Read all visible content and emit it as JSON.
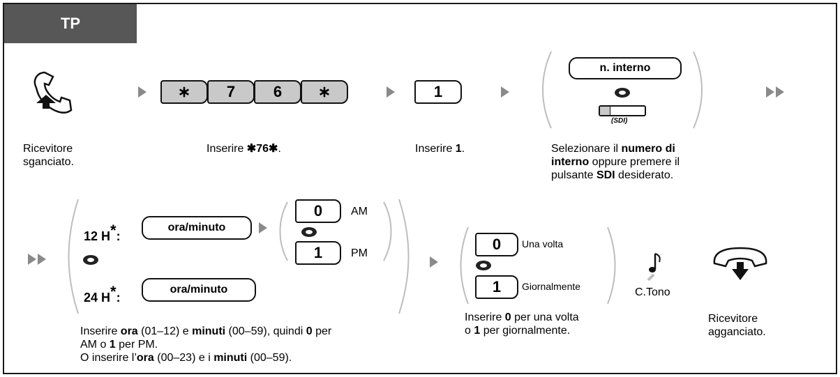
{
  "header": {
    "tab_label": "TP"
  },
  "row1": {
    "step_offhook": {
      "caption": "Ricevitore sganciato."
    },
    "step_code": {
      "keys": [
        "∗",
        "7",
        "6",
        "∗"
      ],
      "caption_prefix": "Inserire ",
      "caption_bold": "✱76✱",
      "caption_suffix": "."
    },
    "step_one": {
      "key": "1",
      "caption_prefix": "Inserire ",
      "caption_bold": "1",
      "caption_suffix": "."
    },
    "step_ext": {
      "key": "n. interno",
      "sdi_label": "(SDI)",
      "caption_1": "Selezionare il ",
      "caption_1_bold": "numero di",
      "caption_2_bold": "interno",
      "caption_2": " oppure premere il",
      "caption_3": "pulsante ",
      "caption_3_bold": "SDI",
      "caption_3_end": " desiderato."
    }
  },
  "row2": {
    "h12_label": "12 H",
    "h24_label": "24 H",
    "asterisk": "*",
    "colon": ":",
    "time_key": "ora/minuto",
    "am_key": "0",
    "am_label": "AM",
    "pm_key": "1",
    "pm_label": "PM",
    "time_caption": {
      "l1_a": "Inserire ",
      "l1_b": "ora",
      "l1_c": " (01–12) e ",
      "l1_d": "minuti",
      "l1_e": " (00–59), quindi ",
      "l1_f": "0",
      "l1_g": " per",
      "l2_a": "AM o ",
      "l2_b": "1",
      "l2_c": " per PM.",
      "l3_a": "O inserire l’",
      "l3_b": "ora",
      "l3_c": " (00–23) e i ",
      "l3_d": "minuti",
      "l3_e": " (00–59)."
    },
    "once_key": "0",
    "once_label": "Una volta",
    "daily_key": "1",
    "daily_label": "Giornalmente",
    "repeat_caption": {
      "l1_a": "Inserire ",
      "l1_b": "0",
      "l1_c": " per una volta",
      "l2_a": "o ",
      "l2_b": "1",
      "l2_c": " per giornalmente."
    },
    "tone_label": "C.Tono",
    "onhook_caption_1": "Ricevitore",
    "onhook_caption_2": "agganciato."
  },
  "colors": {
    "tab_bg": "#575757",
    "key_grey": "#c9c9c9",
    "arrow": "#8a8a8a",
    "paren": "#bdbdbd"
  }
}
